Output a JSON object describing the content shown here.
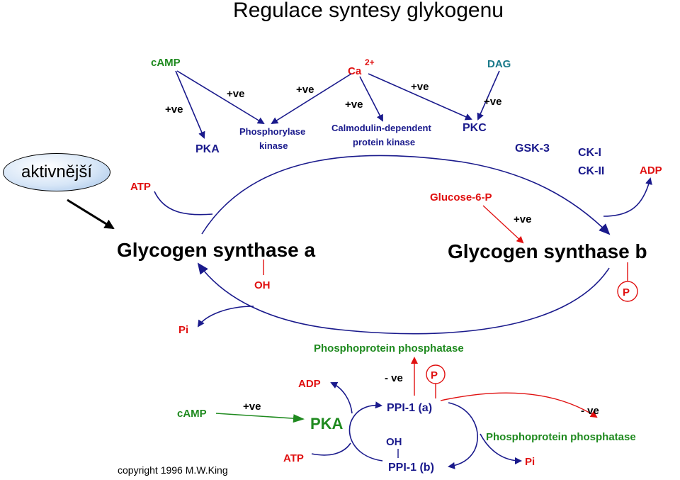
{
  "title": "Regulace syntesy glykogenu",
  "callout": "aktivnější",
  "labels": {
    "camp_top": "cAMP",
    "ca": "Ca",
    "ca_sup": "2+",
    "dag": "DAG",
    "pos": "+ve",
    "pka_top": "PKA",
    "phk_1": "Phosphorylase",
    "phk_2": "kinase",
    "cam_1": "Calmodulin-dependent",
    "cam_2": "protein kinase",
    "pkc": "PKC",
    "gsk3": "GSK-3",
    "ck1": "CK-I",
    "ck2": "CK-II",
    "atp": "ATP",
    "adp": "ADP",
    "g6p": "Glucose-6-P",
    "gs_a": "Glycogen synthase a",
    "gs_b": "Glycogen synthase b",
    "oh": "OH",
    "p": "P",
    "pi": "Pi",
    "ppp": "Phosphoprotein phosphatase",
    "neg": "- ve",
    "camp_bottom": "cAMP",
    "pka_bottom": "PKA",
    "ppi1a": "PPI-1 (a)",
    "ppi1b": "PPI-1 (b)",
    "copyright": "copyright 1996 M.W.King"
  },
  "colors": {
    "blue": "#1a1a8c",
    "green": "#1f8a1f",
    "red": "#e01010",
    "teal": "#1a7a8a",
    "black": "#000000"
  }
}
